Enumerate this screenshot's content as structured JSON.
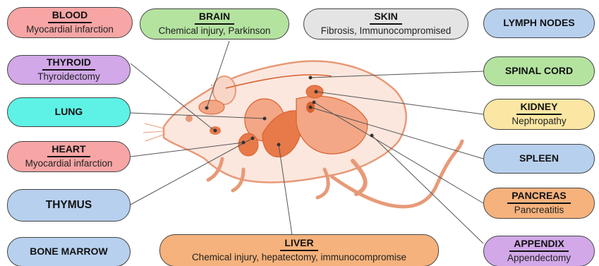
{
  "colors": {
    "pink": "#f7a5a5",
    "green": "#b4e3a0",
    "grey": "#e4e4e4",
    "blue": "#b7d0ee",
    "lavender": "#d2a8e8",
    "cyan": "#5ef2e6",
    "yellow": "#fbe7a3",
    "orange": "#f6b27c",
    "mouse_outline": "#e79a78",
    "mouse_fill": "#fbe7de",
    "organ": "#e87a4a",
    "organ_dark": "#d8612f",
    "connector": "#555555"
  },
  "labels": {
    "blood": {
      "organ": "BLOOD",
      "condition": "Myocardial infarction"
    },
    "brain": {
      "organ": "BRAIN",
      "condition": "Chemical injury, Parkinson"
    },
    "skin": {
      "organ": "SKIN",
      "condition": "Fibrosis, Immunocompromised"
    },
    "lymph_nodes": {
      "organ": "LYMPH NODES"
    },
    "thyroid": {
      "organ": "THYROID",
      "condition": "Thyroidectomy"
    },
    "spinal_cord": {
      "organ": "SPINAL CORD"
    },
    "lung": {
      "organ": "LUNG"
    },
    "kidney": {
      "organ": "KIDNEY",
      "condition": "Nephropathy"
    },
    "heart": {
      "organ": "HEART",
      "condition": "Myocardial infarction"
    },
    "spleen": {
      "organ": "SPLEEN"
    },
    "thymus": {
      "organ": "THYMUS"
    },
    "pancreas": {
      "organ": "PANCREAS",
      "condition": "Pancreatitis"
    },
    "bone_marrow": {
      "organ": "BONE MARROW"
    },
    "liver": {
      "organ": "LIVER",
      "condition": "Chemical injury, hepatectomy,  immunocompromise"
    },
    "appendix": {
      "organ": "APPENDIX",
      "condition": "Appendectomy"
    }
  },
  "illustration": {
    "subject": "rat",
    "view": "anatomical"
  }
}
